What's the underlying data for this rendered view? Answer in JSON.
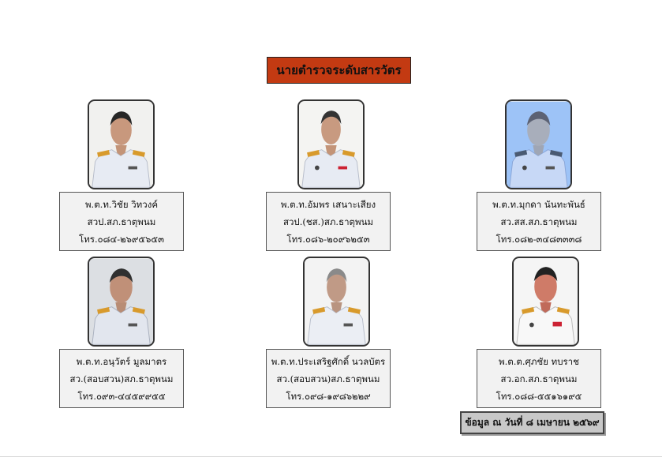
{
  "title": "นายตำรวจระดับสารวัตร",
  "officers": [
    {
      "name": "พ.ต.ท.วิชัย วิทวงค์",
      "position": "สวป.สภ.ธาตุพนม",
      "phone": "โทร.๐๘๔-๒๖๙๕๖๕๓",
      "photo_bg": "#f1f1ef"
    },
    {
      "name": "พ.ต.ท.อัมพร  เสนาะเสียง",
      "position": "สวป.(ชส.)สภ.ธาตุพนม",
      "phone": "โทร.๐๘๖-๒๐๙๖๒๕๓",
      "photo_bg": "#f4f4f2"
    },
    {
      "name": "พ.ต.ท.มุกดา  นันทะพันธ์",
      "position": "สว.สส.สภ.ธาตุพนม",
      "phone": "โทร.๐๘๒-๓๔๘๓๓๓๘",
      "photo_bg": "#9dc3f7"
    },
    {
      "name": "พ.ต.ท.อนุวัตร์  มูลมาตร",
      "position": "สว.(สอบสวน)สภ.ธาตุพนม",
      "phone": "โทร.๐๙๓-๔๔๕๙๙๕๕",
      "photo_bg": "#dcdfe3"
    },
    {
      "name": "พ.ต.ท.ประเสริฐศักดิ์ นวลบัตร",
      "position": "สว.(สอบสวน)สภ.ธาตุพนม",
      "phone": "โทร.๐๙๘-๑๙๘๖๒๒๙",
      "photo_bg": "#f3f3f3"
    },
    {
      "name": "พ.ต.ต.ศุภชัย  ทบราช",
      "position": "สว.อก.สภ.ธาตุพนม",
      "phone": "โทร.๐๘๘-๕๕๑๖๑๙๕",
      "photo_bg": "#f5f5f5"
    }
  ],
  "date_note": "ข้อมูล ณ วันที่ ๘ เมษายน ๒๕๖๙",
  "colors": {
    "title_bg": "#c33a12",
    "uniform": "#e6eaf3",
    "epaulette": "#d89a2c",
    "skin": "#c89a80"
  }
}
